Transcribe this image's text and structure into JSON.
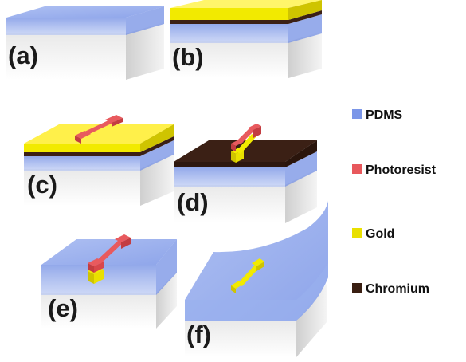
{
  "panels": [
    {
      "id": "a",
      "label": "(a)"
    },
    {
      "id": "b",
      "label": "(b)"
    },
    {
      "id": "c",
      "label": "(c)"
    },
    {
      "id": "d",
      "label": "(d)"
    },
    {
      "id": "e",
      "label": "(e)"
    },
    {
      "id": "f",
      "label": "(f)"
    }
  ],
  "legend": [
    {
      "label": "PDMS",
      "color": "#7b96e8"
    },
    {
      "label": "Photoresist",
      "color": "#e8585c"
    },
    {
      "label": "Gold",
      "color": "#e9e000"
    },
    {
      "label": "Chromium",
      "color": "#3a1f12"
    }
  ],
  "colors": {
    "substrate_top": "#ececec",
    "substrate_front": "#f7f7f7",
    "substrate_side": "#d9d9d9",
    "pdms": "#8ea6ee",
    "gold": "#f2ea00",
    "chromium": "#3b2015",
    "photoresist": "#e85a5e"
  }
}
